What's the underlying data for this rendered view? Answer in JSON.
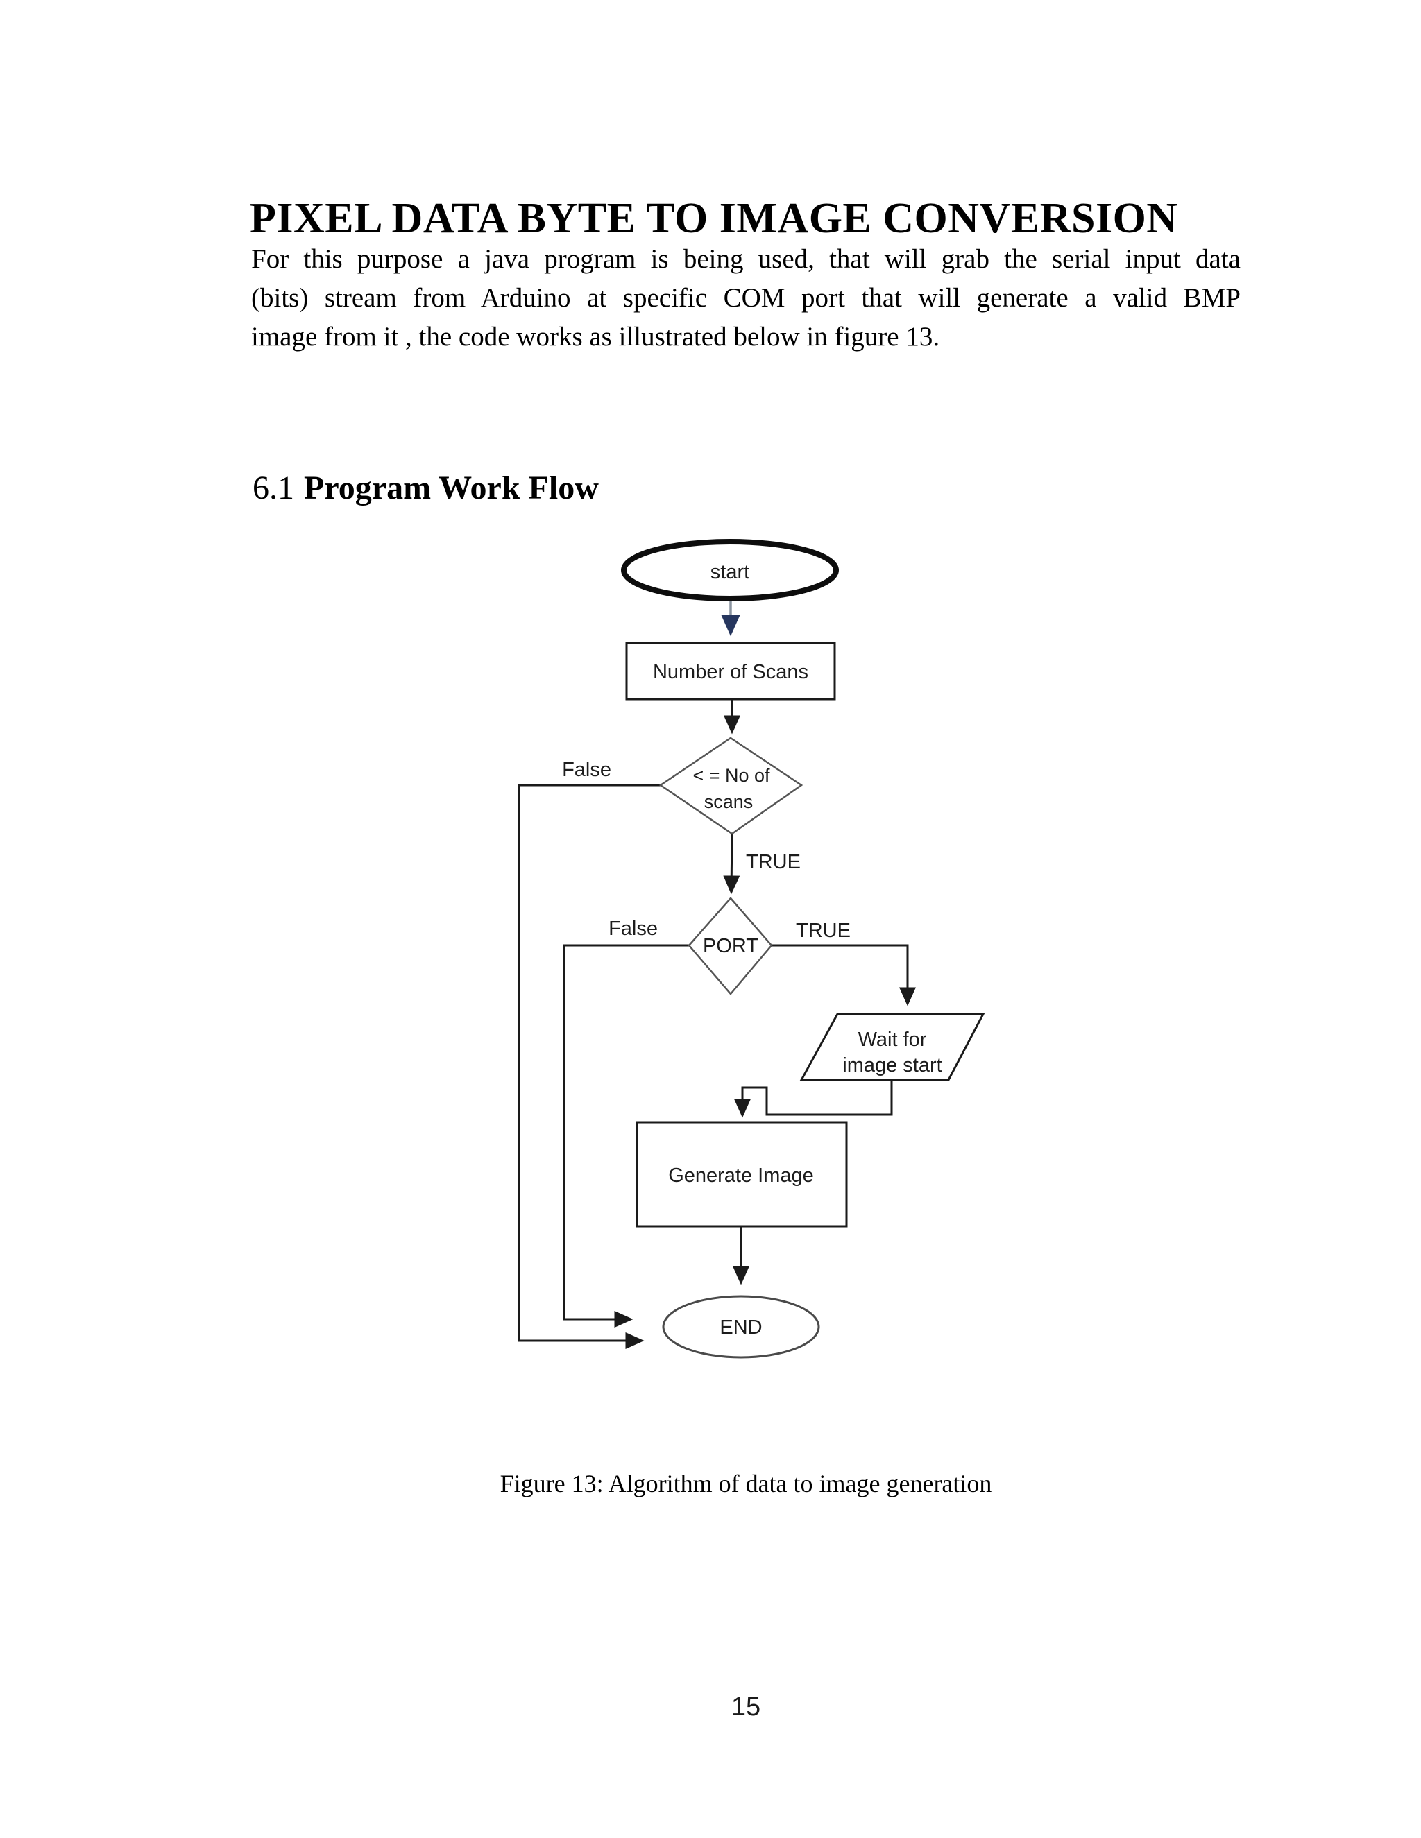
{
  "title": "PIXEL DATA BYTE TO IMAGE CONVERSION",
  "intro": {
    "lines": [
      "For this purpose a java program is being used, that will grab the serial input data",
      "(bits) stream from Arduino at specific COM port that will generate a valid BMP",
      "image from it , the code works as illustrated below in figure 13."
    ]
  },
  "heading": {
    "number": "6.1",
    "title": "Program Work Flow"
  },
  "flowchart": {
    "nodes": {
      "start": "start",
      "scan_input": "Number of Scans",
      "scan_decision_line1": "< = No of",
      "scan_decision_line2": "scans",
      "port_decision": "PORT",
      "wait_line1": "Wait for",
      "wait_line2": "image start",
      "generate": "Generate Image",
      "end": "END"
    },
    "edge_labels": {
      "scan_false": "False",
      "scan_true": "TRUE",
      "port_false": "False",
      "port_true": "TRUE"
    },
    "colors": {
      "line": "#1a1a1a",
      "diamond_edge": "#555555",
      "end_edge": "#4a4a4a",
      "start_arrow_shaft": "#8a94a0",
      "start_arrow_head": "#26365e"
    }
  },
  "figure": {
    "caption": "Figure 13: Algorithm of data to image generation"
  },
  "page": {
    "number": "15"
  }
}
